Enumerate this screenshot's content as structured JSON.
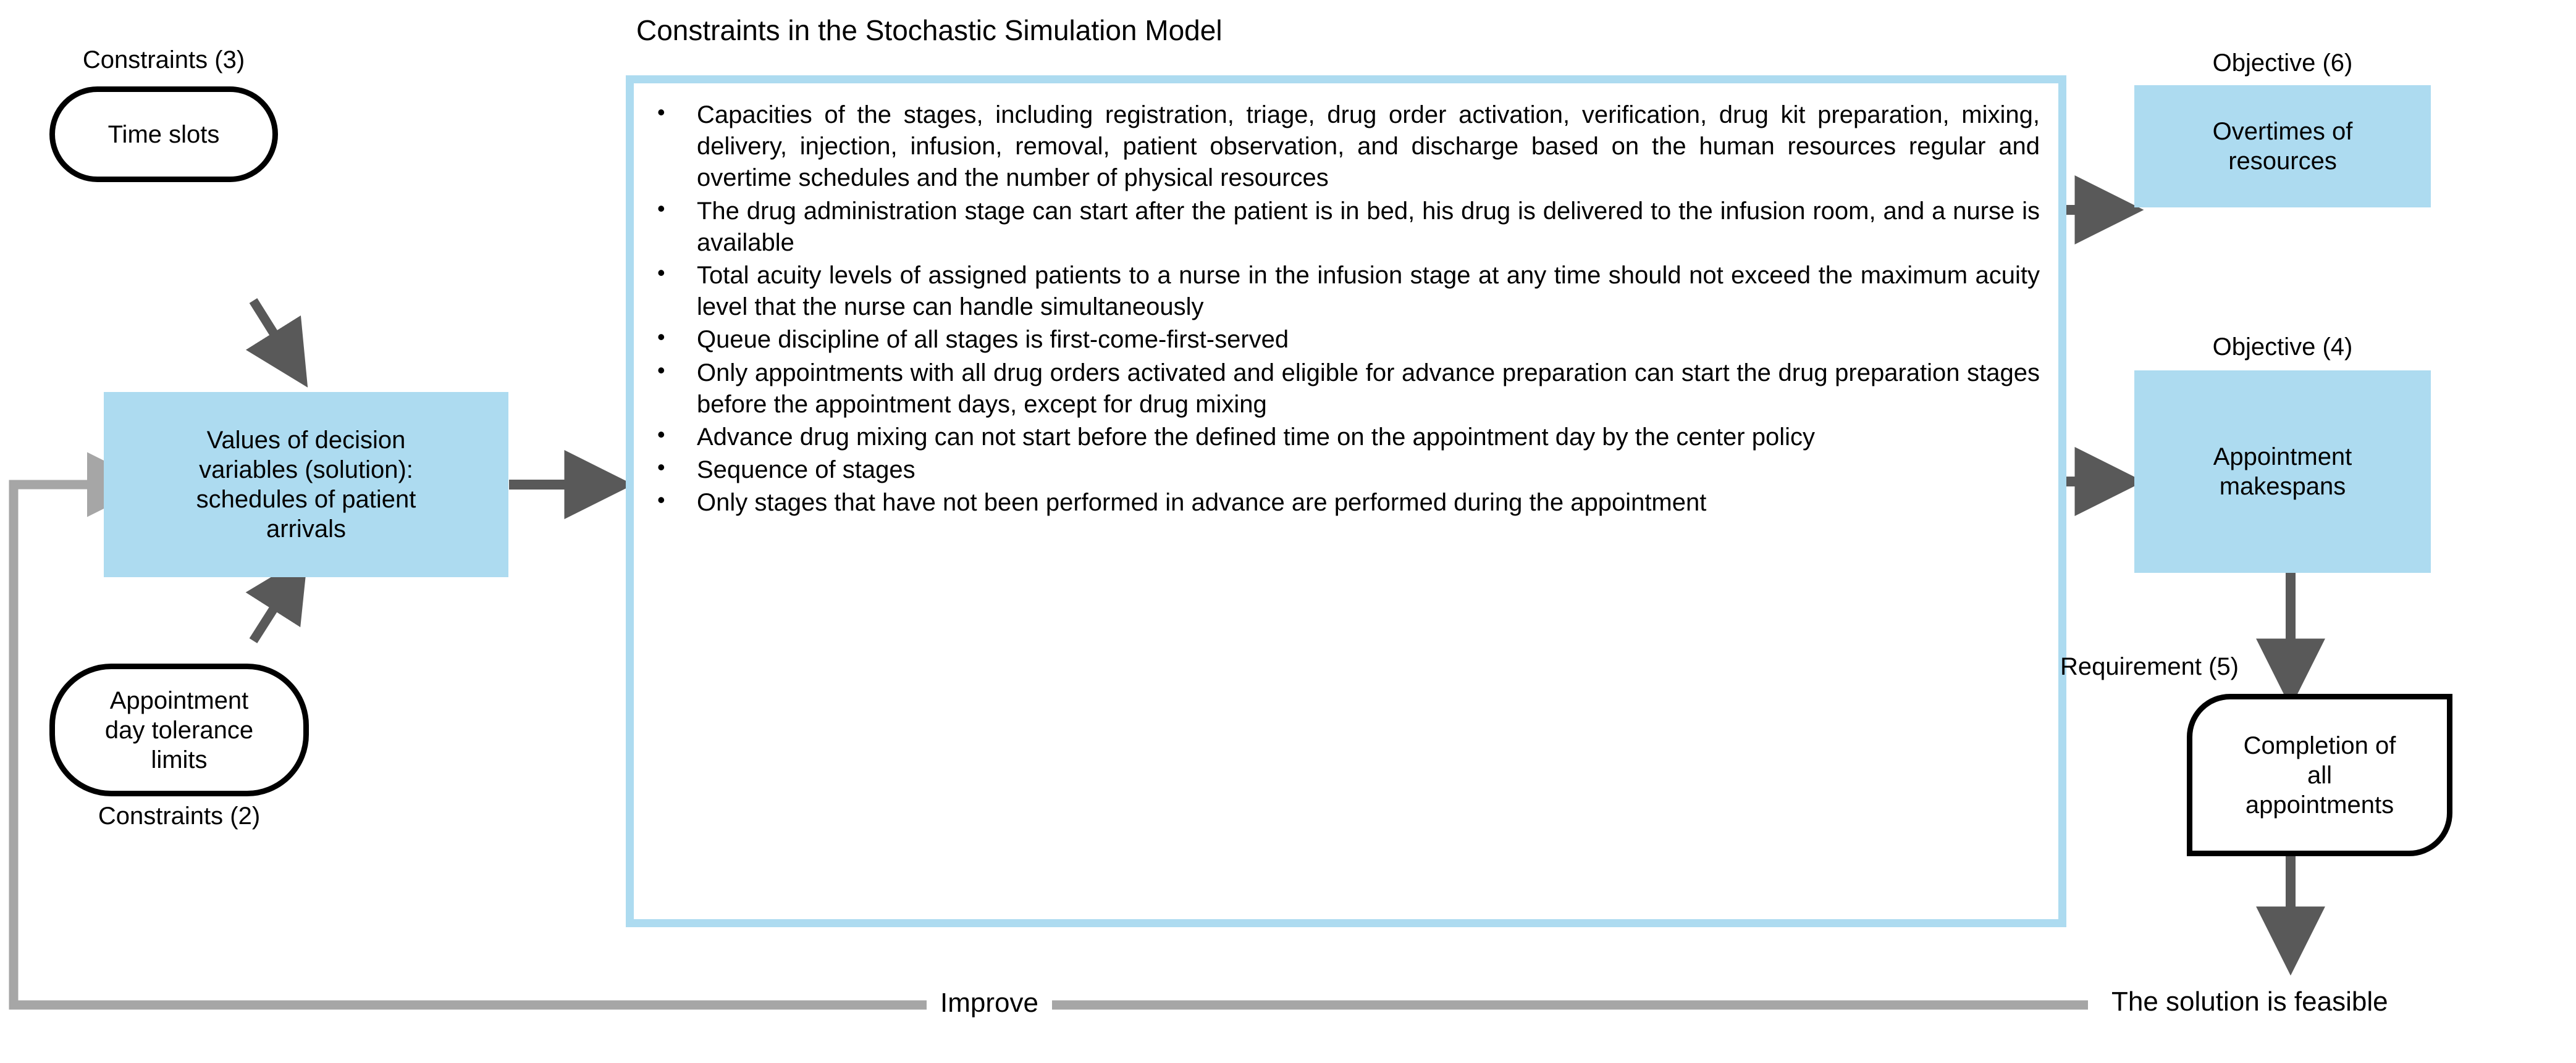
{
  "diagram": {
    "title": "Constraints in the Stochastic Simulation Model",
    "colors": {
      "blue_fill": "#addbf0",
      "panel_border": "#addbf0",
      "dark_arrow": "#595959",
      "light_arrow": "#a6a6a6",
      "node_border": "#000000",
      "text": "#000000"
    }
  },
  "left": {
    "time_slots": {
      "caption": "Constraints (3)",
      "label": "Time slots"
    },
    "decision_variables": {
      "line1": "Values of decision",
      "line2": "variables (solution):",
      "line3": "schedules of patient",
      "line4": "arrivals"
    },
    "tolerance": {
      "line1": "Appointment",
      "line2": "day tolerance",
      "line3": "limits",
      "caption": "Constraints (2)"
    }
  },
  "center": {
    "title": "Constraints in the Stochastic Simulation Model",
    "bullets": [
      "Capacities of the stages, including registration, triage, drug order activation, verification, drug kit  preparation, mixing, delivery, injection, infusion, removal, patient observation, and discharge based on the human resources regular and overtime schedules and the number of physical resources",
      "The drug administration stage can start after the patient is in bed, his drug is delivered to the infusion room, and a nurse is available",
      "Total acuity levels of assigned patients to a nurse in the infusion stage at any time should not exceed the maximum acuity level that the nurse can handle simultaneously",
      "Queue discipline of all stages is first-come-first-served",
      "Only appointments with all drug orders activated and eligible for advance preparation can start the drug preparation stages before the appointment days, except for drug mixing",
      "Advance drug mixing can not start before the defined time on the appointment day by the center policy",
      "Sequence of stages",
      "Only stages that have not been performed in advance are performed during the appointment"
    ]
  },
  "right": {
    "overtimes": {
      "caption": "Objective (6)",
      "line1": "Overtimes of",
      "line2": "resources"
    },
    "makespans": {
      "caption": "Objective (4)",
      "line1": "Appointment",
      "line2": "makespans"
    },
    "completion": {
      "caption": "Requirement (5)",
      "line1": "Completion of",
      "line2": "all",
      "line3": "appointments"
    },
    "feasible": "The solution is feasible"
  },
  "feedback": {
    "label": "Improve"
  }
}
